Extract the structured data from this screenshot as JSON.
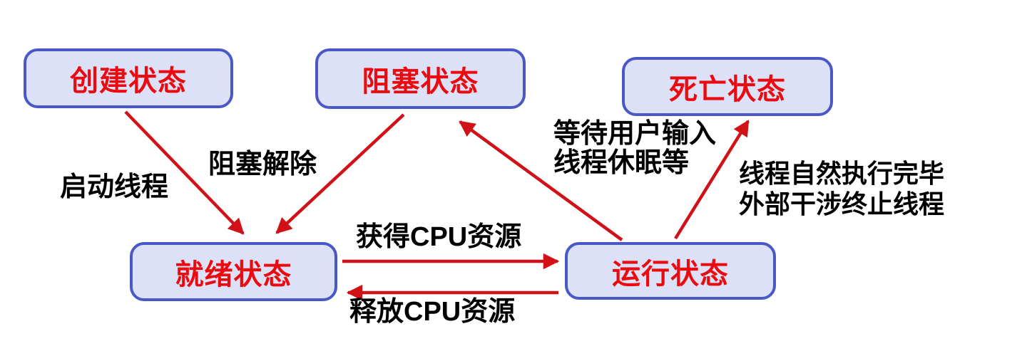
{
  "diagram": {
    "type": "state-transition-diagram",
    "colors": {
      "node_fill": "#dde1f7",
      "node_border": "#4a58c6",
      "node_text": "#e90b10",
      "arrow": "#d01218",
      "label_text": "#000000",
      "background": "#ffffff"
    },
    "nodes": [
      {
        "id": "created",
        "label": "创建状态"
      },
      {
        "id": "blocked",
        "label": "阻塞状态"
      },
      {
        "id": "dead",
        "label": "死亡状态"
      },
      {
        "id": "ready",
        "label": "就绪状态"
      },
      {
        "id": "running",
        "label": "运行状态"
      }
    ],
    "edges": [
      {
        "from": "created",
        "to": "ready",
        "label": "启动线程"
      },
      {
        "from": "blocked",
        "to": "ready",
        "label": "阻塞解除"
      },
      {
        "from": "running",
        "to": "blocked",
        "lines": [
          "等待用户输入",
          "线程休眠等"
        ]
      },
      {
        "from": "running",
        "to": "dead",
        "lines": [
          "线程自然执行完毕",
          "外部干涉终止线程"
        ]
      },
      {
        "from": "ready",
        "to": "running",
        "label": "获得CPU资源"
      },
      {
        "from": "running",
        "to": "ready",
        "label": "释放CPU资源"
      }
    ]
  }
}
